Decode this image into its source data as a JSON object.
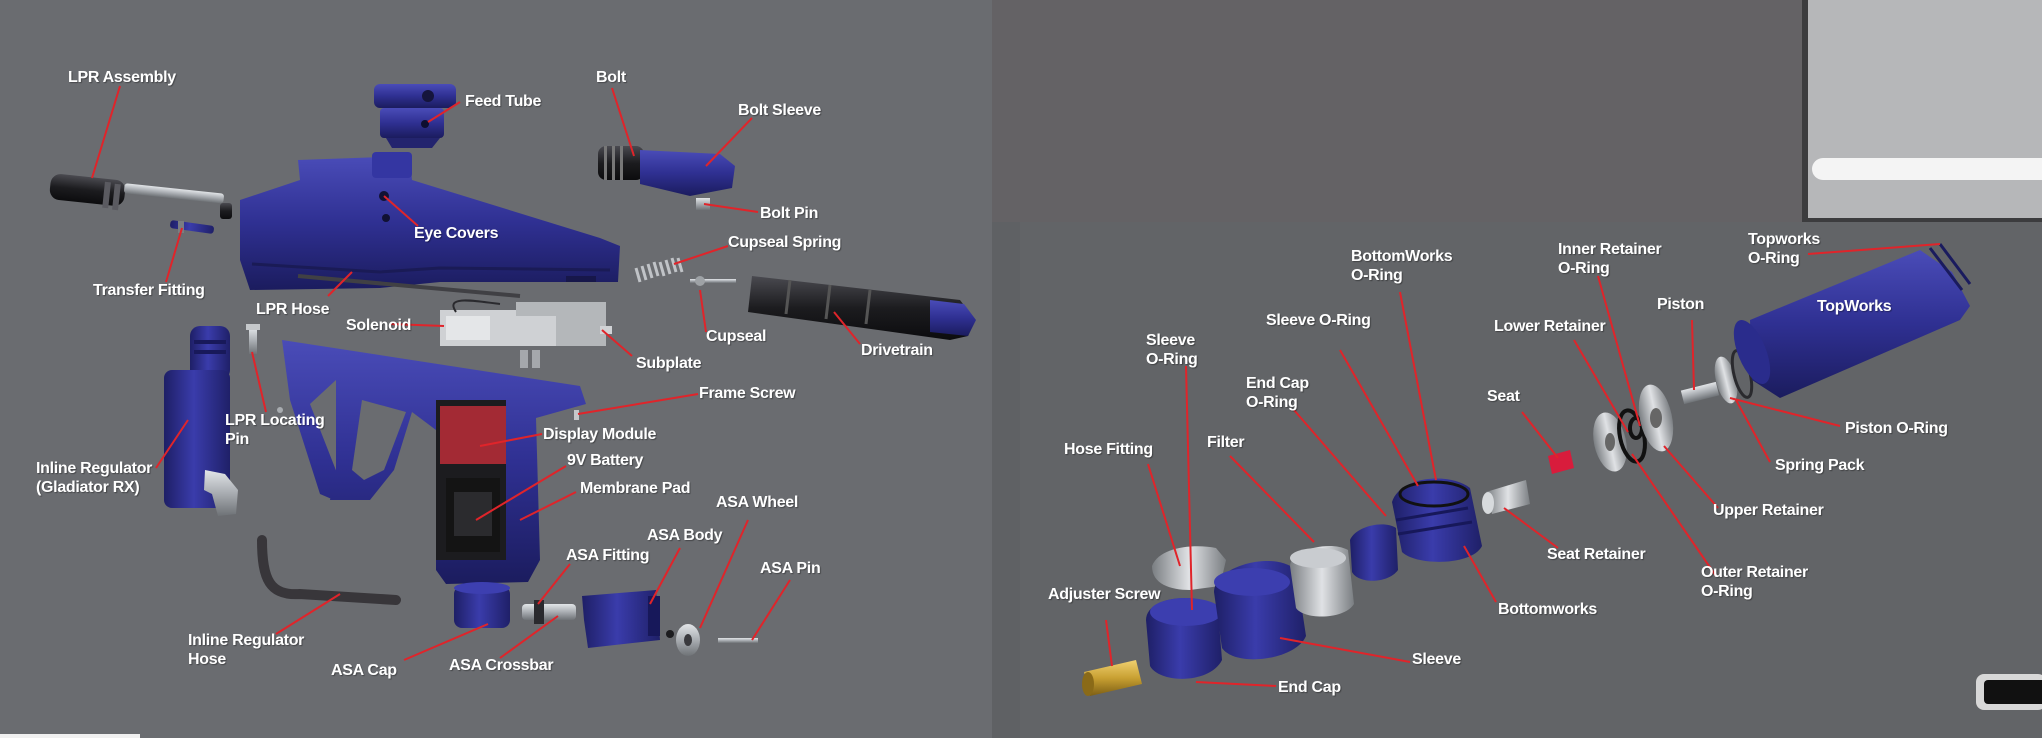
{
  "colors": {
    "background_left": "#6a6c70",
    "background_right": "#626467",
    "background_top_right": "#646265",
    "leader_line": "#e0242a",
    "label_text": "#ffffff",
    "marker_blue": "#2a2c8c",
    "anodized_blue": "#2f3092",
    "dark_metal": "#1c1c1f",
    "steel": "#a9adb2",
    "brass": "#c8a032",
    "red_accent": "#d81c3c",
    "panel_light": "#b6b7b9"
  },
  "left_diagram": {
    "labels": {
      "lpr_assembly": "LPR Assembly",
      "feed_tube": "Feed Tube",
      "bolt": "Bolt",
      "bolt_sleeve": "Bolt Sleeve",
      "bolt_pin": "Bolt Pin",
      "eye_covers": "Eye Covers",
      "cupseal_spring": "Cupseal Spring",
      "transfer_fitting": "Transfer Fitting",
      "lpr_hose": "LPR Hose",
      "solenoid": "Solenoid",
      "cupseal": "Cupseal",
      "drivetrain": "Drivetrain",
      "subplate": "Subplate",
      "frame_screw": "Frame Screw",
      "lpr_locating_pin": [
        "LPR Locating",
        "Pin"
      ],
      "display_module": "Display Module",
      "inline_regulator": [
        "Inline Regulator",
        "(Gladiator RX)"
      ],
      "nine_v_battery": "9V Battery",
      "membrane_pad": "Membrane Pad",
      "asa_wheel": "ASA Wheel",
      "asa_body": "ASA Body",
      "asa_fitting": "ASA Fitting",
      "asa_pin": "ASA Pin",
      "inline_regulator_hose": [
        "Inline Regulator",
        "Hose"
      ],
      "asa_cap": "ASA Cap",
      "asa_crossbar": "ASA Crossbar"
    }
  },
  "right_diagram": {
    "labels": {
      "bottomworks_oring": [
        "BottomWorks",
        "O-Ring"
      ],
      "inner_retainer_oring": [
        "Inner Retainer",
        "O-Ring"
      ],
      "topworks_oring": [
        "Topworks",
        "O-Ring"
      ],
      "piston": "Piston",
      "topworks": "TopWorks",
      "sleeve_oring_single": "Sleeve O-Ring",
      "lower_retainer": "Lower Retainer",
      "sleeve_oring": [
        "Sleeve",
        "O-Ring"
      ],
      "end_cap_oring": [
        "End Cap",
        "O-Ring"
      ],
      "seat": "Seat",
      "piston_oring": "Piston O-Ring",
      "hose_fitting": "Hose Fitting",
      "filter": "Filter",
      "spring_pack": "Spring Pack",
      "upper_retainer": "Upper Retainer",
      "seat_retainer": "Seat Retainer",
      "outer_retainer_oring": [
        "Outer Retainer",
        "O-Ring"
      ],
      "adjuster_screw": "Adjuster Screw",
      "bottomworks": "Bottomworks",
      "sleeve": "Sleeve",
      "end_cap": "End Cap"
    }
  }
}
